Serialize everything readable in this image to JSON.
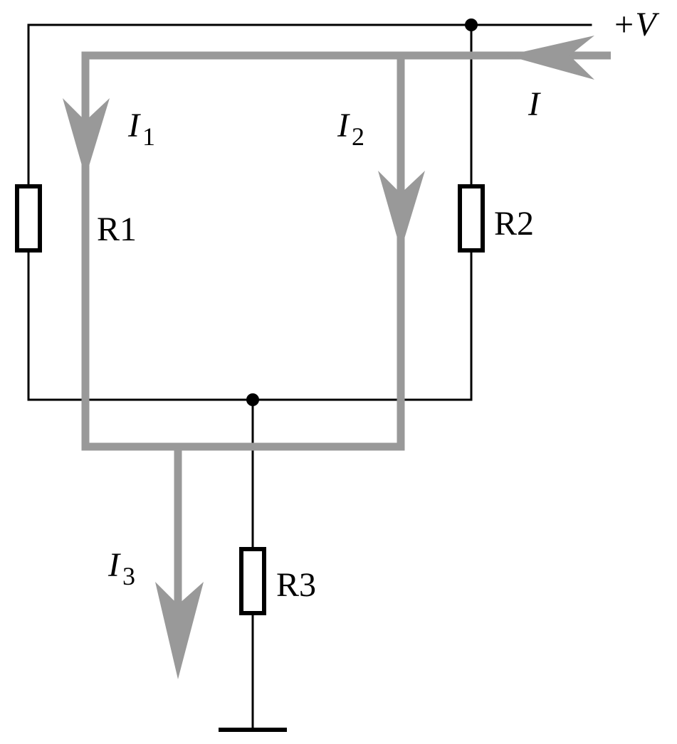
{
  "labels": {
    "supply": "+V",
    "total_current": "I",
    "i1_main": "I",
    "i1_sub": "1",
    "i2_main": "I",
    "i2_sub": "2",
    "i3_main": "I",
    "i3_sub": "3",
    "r1": "R1",
    "r2": "R2",
    "r3": "R3"
  },
  "colors": {
    "wire": "#000000",
    "current_path": "#999999",
    "background": "#ffffff"
  }
}
